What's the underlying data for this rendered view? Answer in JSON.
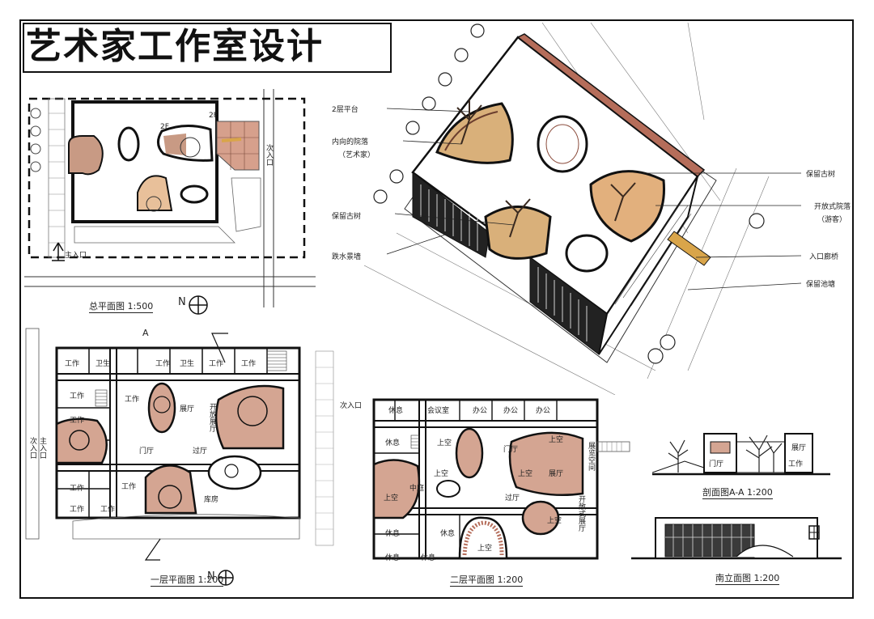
{
  "title": "艺术家工作室设计",
  "site_plan": {
    "caption": "总平面图 1:500",
    "north": "N",
    "labels": [
      "2F",
      "2F",
      "主入口",
      "次入口",
      "次入口"
    ]
  },
  "axonometric": {
    "labels_left": [
      "2层平台",
      "内向的院落",
      "（艺术家）",
      "保留古树",
      "跌水景墙"
    ],
    "labels_right": [
      "保留古树",
      "开放式院落",
      "（游客）",
      "入口廊桥",
      "保留池塘"
    ]
  },
  "floor1": {
    "caption": "一层平面图 1:200",
    "north": "N",
    "section_mark": "A",
    "rooms": [
      "工作",
      "卫生",
      "工作",
      "卫生",
      "工作",
      "工作",
      "工作",
      "工作",
      "工作",
      "工作",
      "工作",
      "工作",
      "工作",
      "展厅",
      "开放展厅",
      "门厅",
      "次入口",
      "库房",
      "主入口",
      "过厅"
    ]
  },
  "floor2": {
    "caption": "二层平面图 1:200",
    "rooms": [
      "休息",
      "会议室",
      "办公",
      "办公",
      "办公",
      "休息",
      "上空",
      "上空",
      "上空",
      "上空",
      "上空",
      "上空",
      "上空",
      "门厅",
      "展厅",
      "展览空间",
      "中庭",
      "休息",
      "过厅",
      "休息",
      "休息",
      "休息",
      "开敞式展厅"
    ]
  },
  "section": {
    "caption": "剖面图A-A 1:200",
    "labels": [
      "门厅",
      "工作",
      "展厅"
    ]
  },
  "elevation": {
    "caption": "南立面图 1:200"
  }
}
